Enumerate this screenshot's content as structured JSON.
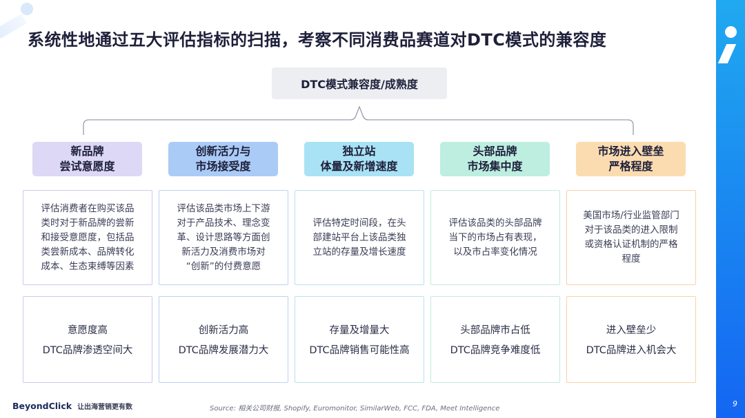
{
  "title": "系统性地通过五大评估指标的扫描，考察不同消费品赛道对DTC模式的兼容度",
  "root_label": "DTC模式兼容度/成熟度",
  "categories": [
    {
      "name_line1": "新品牌",
      "name_line2": "尝试意愿度",
      "color": "#ddd8f6",
      "border": "#cfc8ef",
      "desc_lines": [
        "评估消费者在购买该品",
        "类时对于新品牌的尝新",
        "和接受意愿度，包括品",
        "类尝新成本、品牌转化",
        "成本、生态束缚等因素"
      ],
      "result_line1": "意愿度高",
      "result_line2": "DTC品牌渗透空间大"
    },
    {
      "name_line1": "创新活力与",
      "name_line2": "市场接受度",
      "color": "#aacbf5",
      "border": "#b9d3f3",
      "desc_lines": [
        "评估该品类市场上下游",
        "对于产品技术、理念变",
        "革、设计思路等方面创",
        "新活力及消费市场对",
        "“创新”的付费意愿"
      ],
      "result_line1": "创新活力高",
      "result_line2": "DTC品牌发展潜力大"
    },
    {
      "name_line1": "独立站",
      "name_line2": "体量及新增速度",
      "color": "#a9e2f4",
      "border": "#b8e1f0",
      "desc_lines": [
        "评估特定时间段，在头",
        "部建站平台上该品类独",
        "立站的存量及增长速度"
      ],
      "result_line1": "存量及增量大",
      "result_line2": "DTC品牌销售可能性高"
    },
    {
      "name_line1": "头部品牌",
      "name_line2": "市场集中度",
      "color": "#bdeee0",
      "border": "#c3ebdf",
      "desc_lines": [
        "评估该品类的头部品牌",
        "当下的市场占有表现，",
        "以及市占率变化情况"
      ],
      "result_line1": "头部品牌市占低",
      "result_line2": "DTC品牌竞争难度低"
    },
    {
      "name_line1": "市场进入壁垒",
      "name_line2": "严格程度",
      "color": "#fbdcb0",
      "border": "#f6d3a8",
      "desc_lines": [
        "美国市场/行业监管部门",
        "对于该品类的进入限制",
        "或资格认证机制的严格",
        "程度"
      ],
      "result_line1": "进入壁垒少",
      "result_line2": "DTC品牌进入机会大"
    }
  ],
  "footer": {
    "logo": "BeyondClick",
    "slogan": "让出海营销更有数",
    "source": "Source: 相关公司财报, Shopify, Euromonitor, SimilarWeb, FCC, FDA, Meet Intelligence",
    "page_number": "9"
  }
}
